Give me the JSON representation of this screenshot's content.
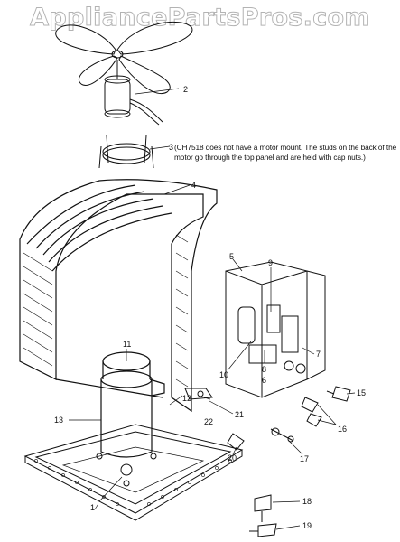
{
  "watermark": "AppliancePartsPros.com",
  "note": "(CH7518 does not have a motor mount. The studs on the back of the motor  go through the top panel and are held with cap nuts.)",
  "callouts": [
    "2",
    "3",
    "4",
    "5",
    "6",
    "7",
    "8",
    "9",
    "10",
    "11",
    "12",
    "13",
    "14",
    "15",
    "16",
    "17",
    "18",
    "19",
    "20",
    "21",
    "22"
  ],
  "colors": {
    "ink": "#111111",
    "watermark_stroke": "#9a9a9a",
    "background": "#ffffff"
  }
}
